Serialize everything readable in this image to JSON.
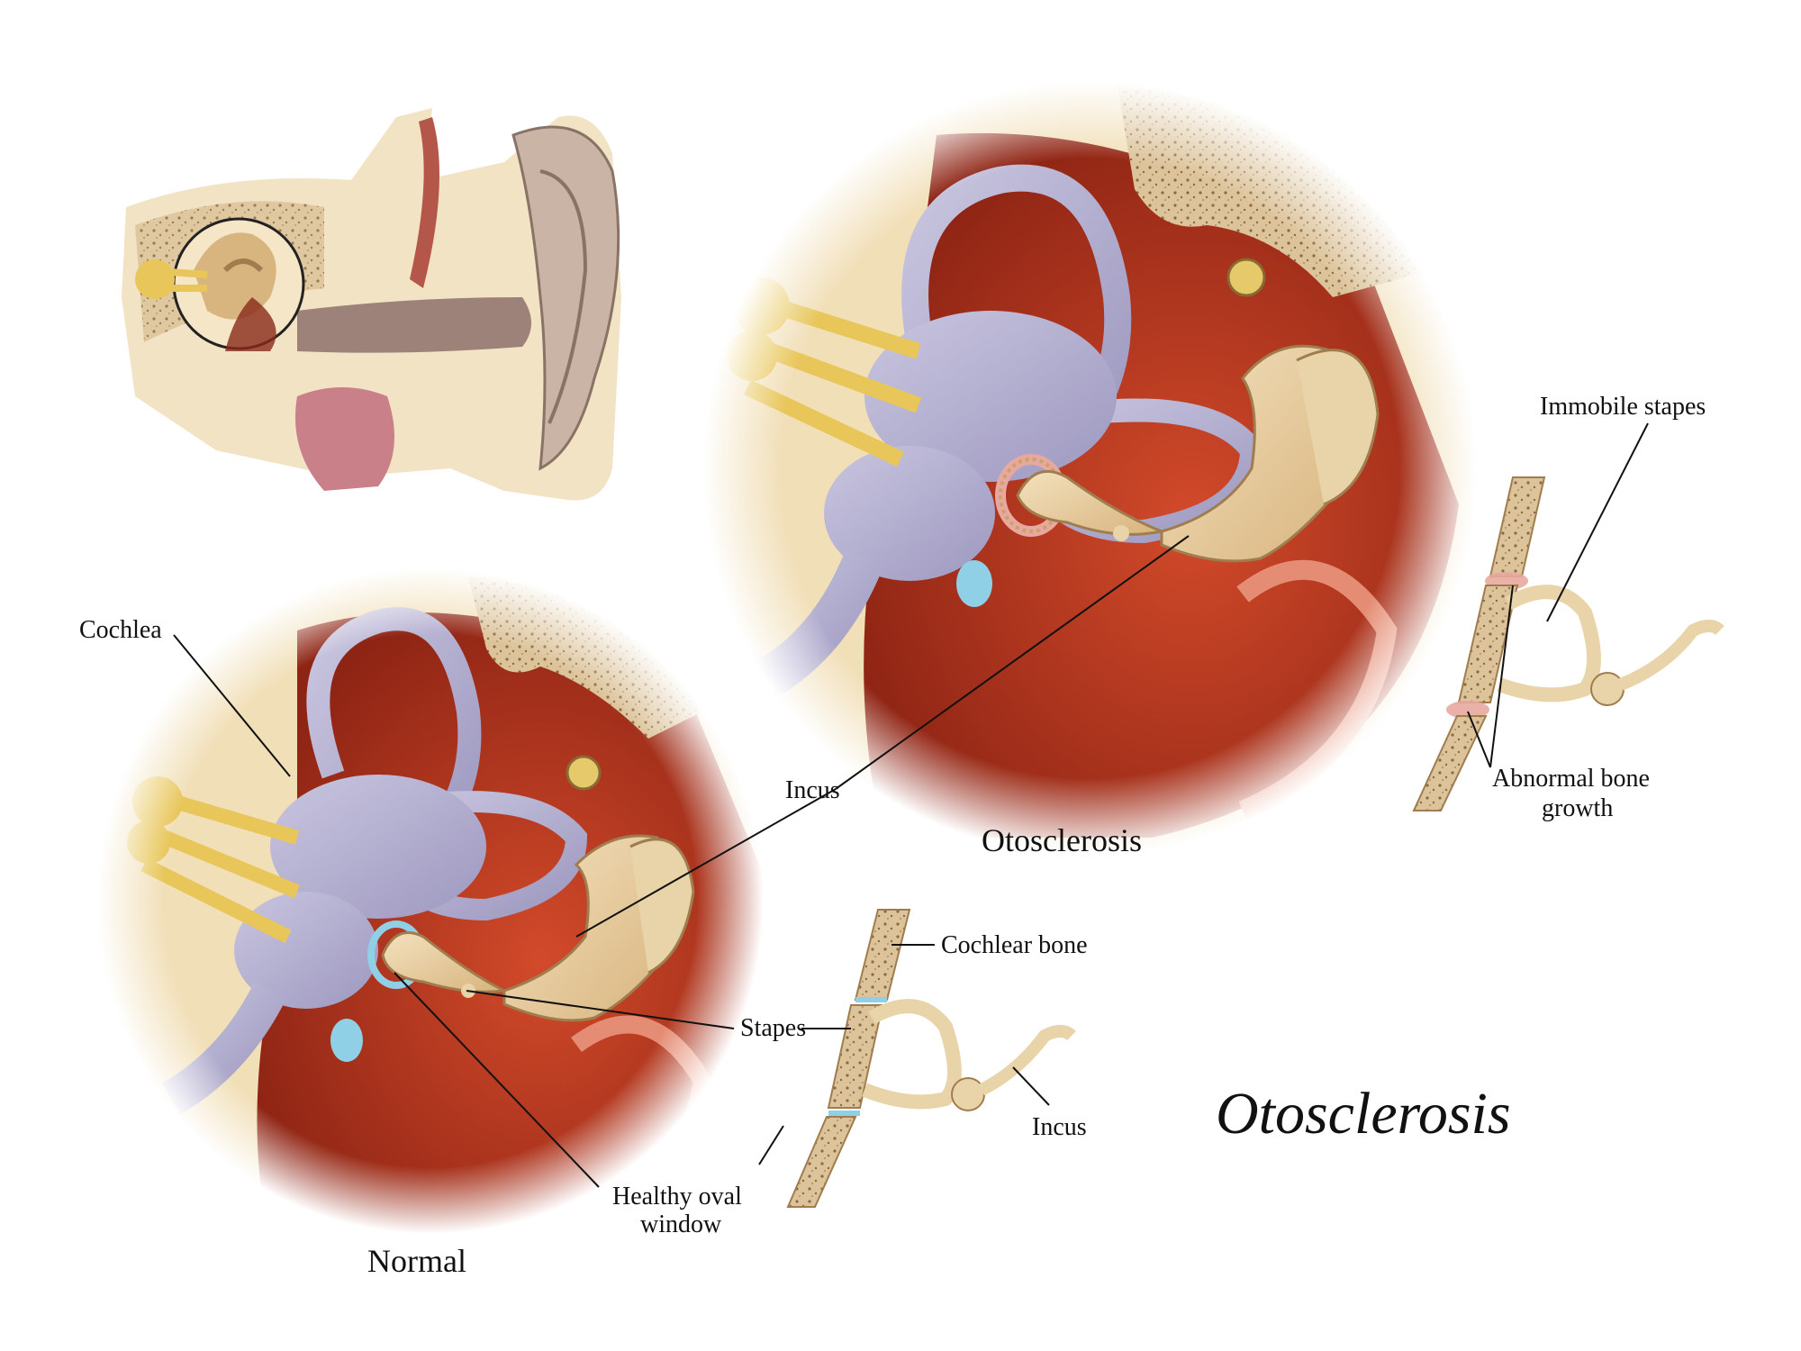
{
  "title": "Otosclerosis",
  "panels": {
    "normal_caption": "Normal",
    "otosclerosis_caption": "Otosclerosis"
  },
  "labels": {
    "cochlea": "Cochlea",
    "incus_main": "Incus",
    "stapes": "Stapes",
    "healthy_oval_window_line1": "Healthy oval",
    "healthy_oval_window_line2": "window",
    "cochlear_bone": "Cochlear bone",
    "incus_detail": "Incus",
    "immobile_stapes": "Immobile stapes",
    "abnormal_bone_growth_line1": "Abnormal bone",
    "abnormal_bone_growth_line2": "growth"
  },
  "colors": {
    "bone": "#e9d3a8",
    "bone_dark": "#c9a36b",
    "cavity_red": "#b8361e",
    "labyrinth": "#b8b4d2",
    "nerve": "#e8c65a",
    "healthy_window": "#8fd0e6",
    "abnormal_growth": "#e8a8a0"
  }
}
